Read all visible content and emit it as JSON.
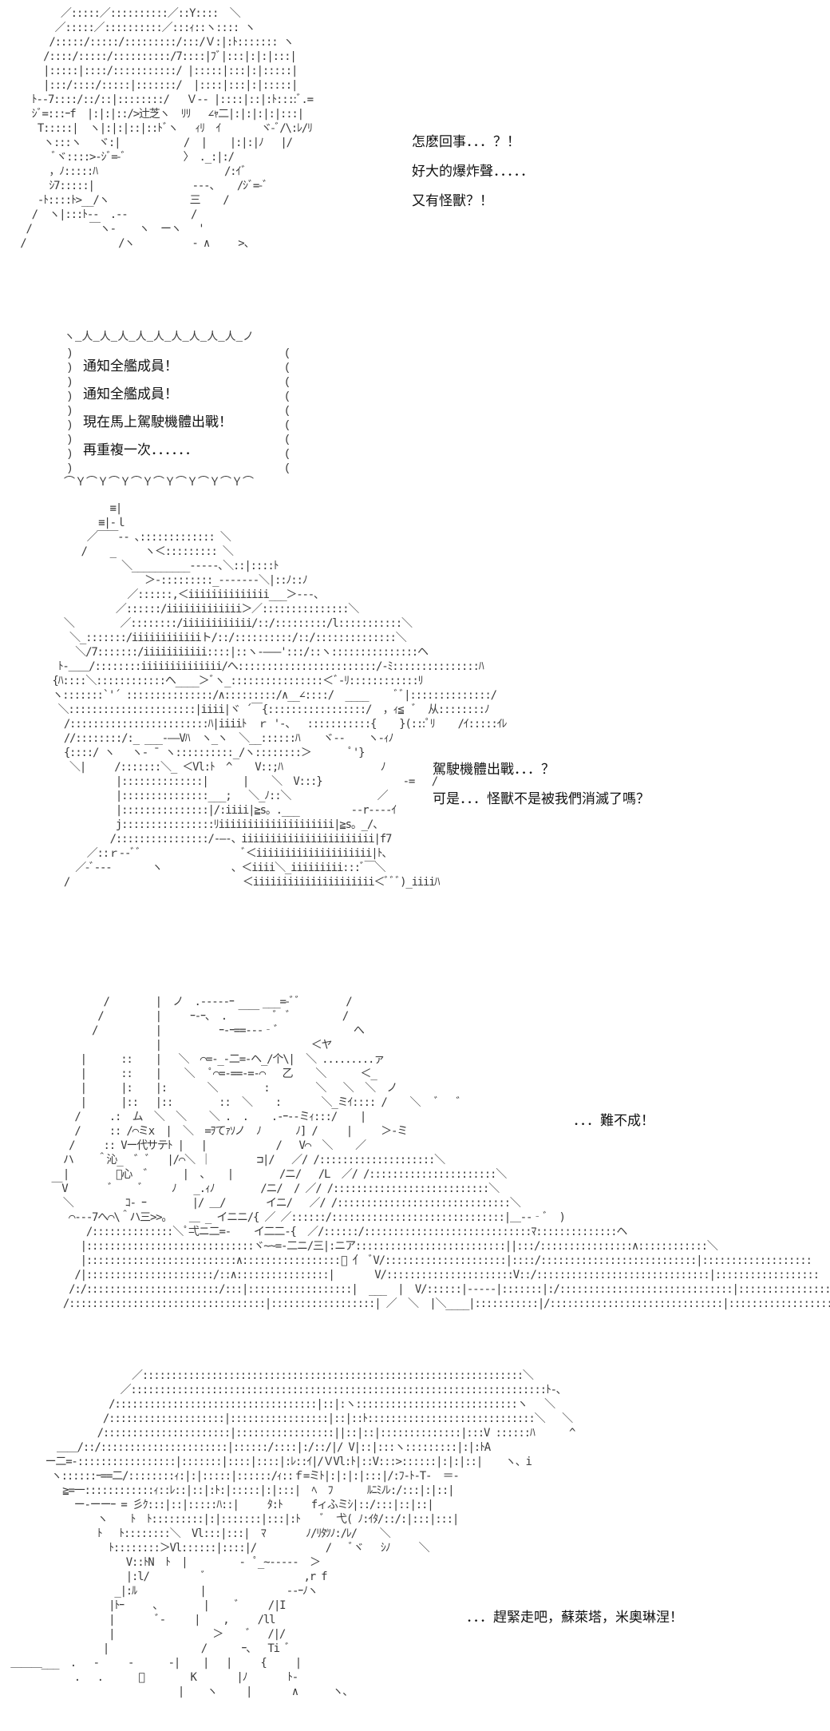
{
  "panel1": {
    "dialog": [
      "怎麽回事．．．？！",
      "好大的爆炸聲．．．．．",
      "又有怪獸？！"
    ]
  },
  "panel2": {
    "bubble": [
      "通知全艦成員！",
      "通知全艦成員！",
      "現在馬上駕駛機體出戰！",
      "再重複一次．．．．．．"
    ],
    "dialog": [
      "駕駛機體出戰．．．？",
      "可是．．．怪獸不是被我們消滅了嗎？"
    ]
  },
  "panel3": {
    "dialog": [
      "．．．難不成！"
    ]
  },
  "panel4": {
    "dialog": [
      "．．．趕緊走吧，蘇萊塔，米奧琳涅！"
    ]
  }
}
